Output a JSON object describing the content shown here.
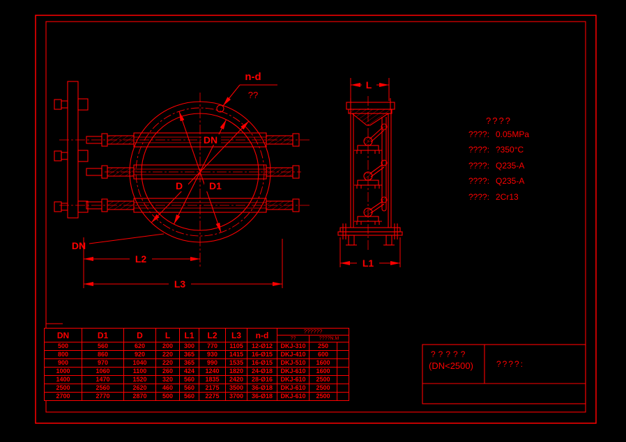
{
  "colors": {
    "red": "#ff0000",
    "bg": "#000000"
  },
  "front_view": {
    "nd_label": "n-d",
    "nd_sub": "??",
    "dn_label": "DN",
    "d_label": "D",
    "d1_label": "D1",
    "duct_label": "DN",
    "l2": "L2",
    "l3": "L3"
  },
  "side_view": {
    "l": "L",
    "l1": "L1"
  },
  "specs": {
    "title": "????",
    "items": [
      {
        "label": "????:",
        "value": "0.05MPa"
      },
      {
        "label": "????:",
        "value": "?350°C"
      },
      {
        "label": "????:",
        "value": "Q235-A"
      },
      {
        "label": "????:",
        "value": "Q235-A"
      },
      {
        "label": "????:",
        "value": "2Cr13"
      }
    ]
  },
  "table": {
    "headers": [
      "DN",
      "D1",
      "D",
      "L",
      "L1",
      "L2",
      "L3",
      "n-d"
    ],
    "merged_header": "??????",
    "sub_headers": [
      "??",
      "????N.M"
    ],
    "rows": [
      [
        "500",
        "560",
        "620",
        "200",
        "300",
        "770",
        "1105",
        "12-Ø12",
        "DKJ-310",
        "250"
      ],
      [
        "800",
        "860",
        "920",
        "220",
        "365",
        "930",
        "1415",
        "16-Ø15",
        "DKJ-410",
        "600"
      ],
      [
        "900",
        "970",
        "1040",
        "220",
        "365",
        "990",
        "1535",
        "16-Ø15",
        "DKJ-510",
        "1600"
      ],
      [
        "1000",
        "1060",
        "1100",
        "260",
        "424",
        "1240",
        "1820",
        "24-Ø18",
        "DKJ-610",
        "1600"
      ],
      [
        "1400",
        "1470",
        "1520",
        "320",
        "560",
        "1835",
        "2420",
        "28-Ø16",
        "DKJ-610",
        "2500"
      ],
      [
        "2500",
        "2560",
        "2620",
        "460",
        "560",
        "2175",
        "3500",
        "36-Ø18",
        "DKJ-610",
        "2500"
      ],
      [
        "2700",
        "2770",
        "2870",
        "500",
        "560",
        "2275",
        "3700",
        "36-Ø18",
        "DKJ-610",
        "2500"
      ]
    ]
  },
  "title_block": {
    "line1": "?????",
    "line2": "(DN<2500)",
    "right_label": "????:"
  }
}
